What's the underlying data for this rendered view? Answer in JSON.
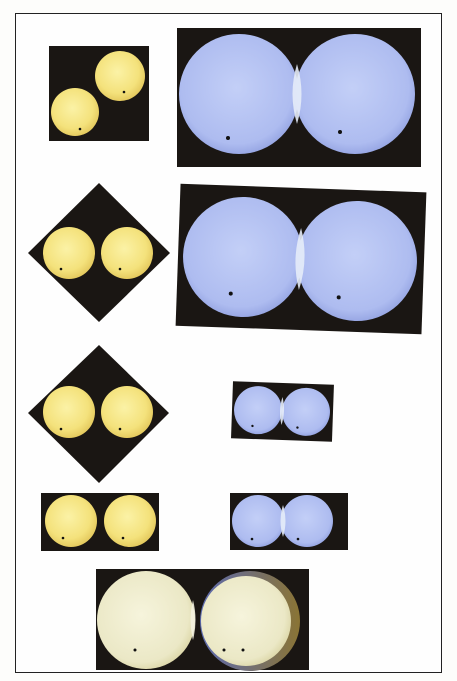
{
  "figure": {
    "description_hidden": "",
    "colors": {
      "background_square": "#1a1613",
      "yellow_disk": "#f7e789",
      "yellow_disk_edge": "#e9cf64",
      "blue_disk": "#aebdf2",
      "blue_disk_edge": "#8c9de0",
      "overlap_highlight": "#e8eef8",
      "dot": "#111111",
      "frame": "#222222"
    },
    "icons": [
      "yellow-disk",
      "blue-disk",
      "black-dot"
    ]
  }
}
